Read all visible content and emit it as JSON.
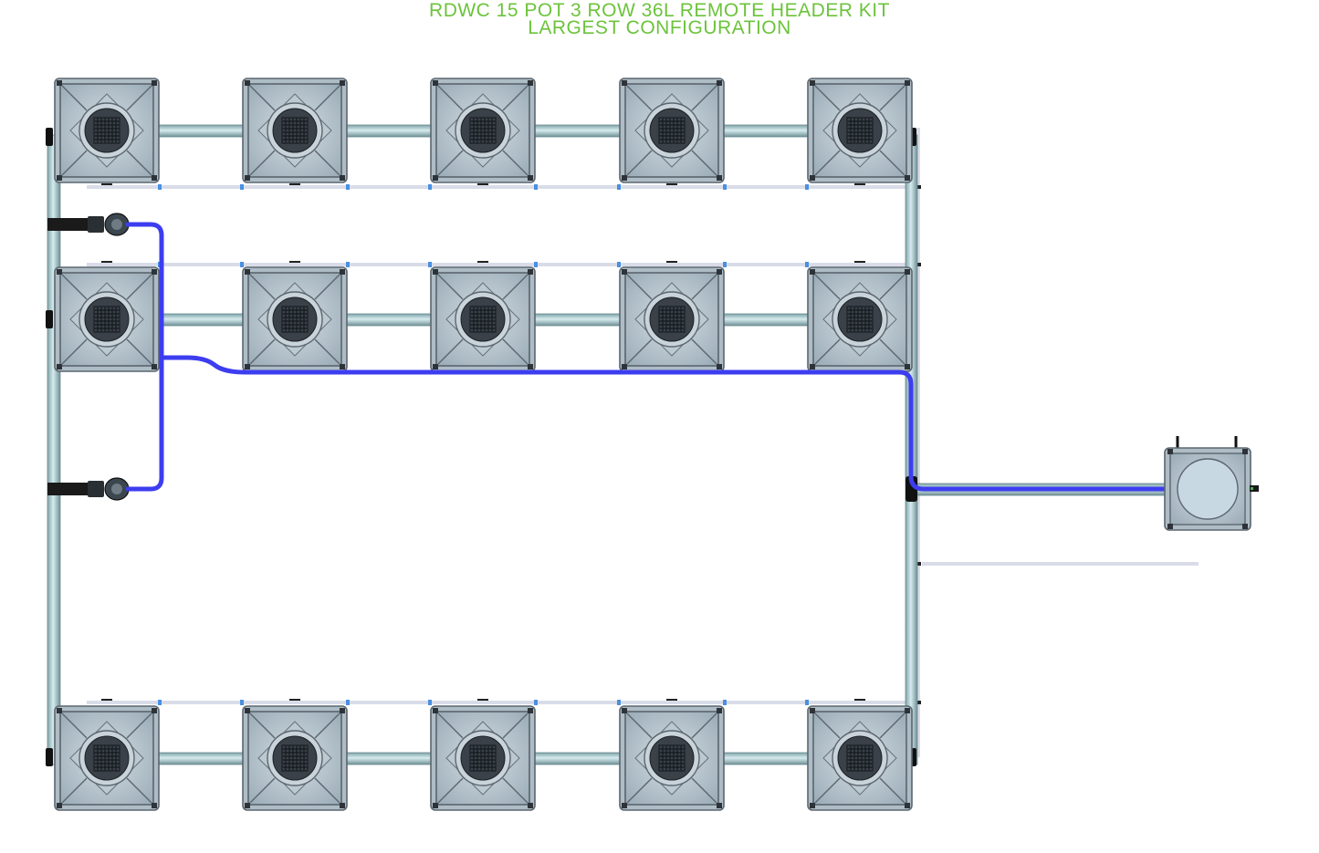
{
  "title": {
    "line1": "RDWC 15 POT 3 ROW 36L REMOTE HEADER KIT",
    "line2": "LARGEST CONFIGURATION"
  },
  "colors": {
    "title": "#6cc33b",
    "pipe": "#a9c6c9",
    "pot_body": "#b7c6cf",
    "pot_frame": "#5c6670",
    "net_pot": "#3a4148",
    "hose": "#3d3df0",
    "return_line": "#d9dce8",
    "fitting_blue": "#4a90e2"
  },
  "layout": {
    "rows": 3,
    "pots_per_row": 5,
    "total_pots": 15,
    "controller_bucket": 1
  },
  "icons": {
    "pot": "pot-icon",
    "controller": "controller-bucket-icon",
    "pump": "pump-icon"
  }
}
